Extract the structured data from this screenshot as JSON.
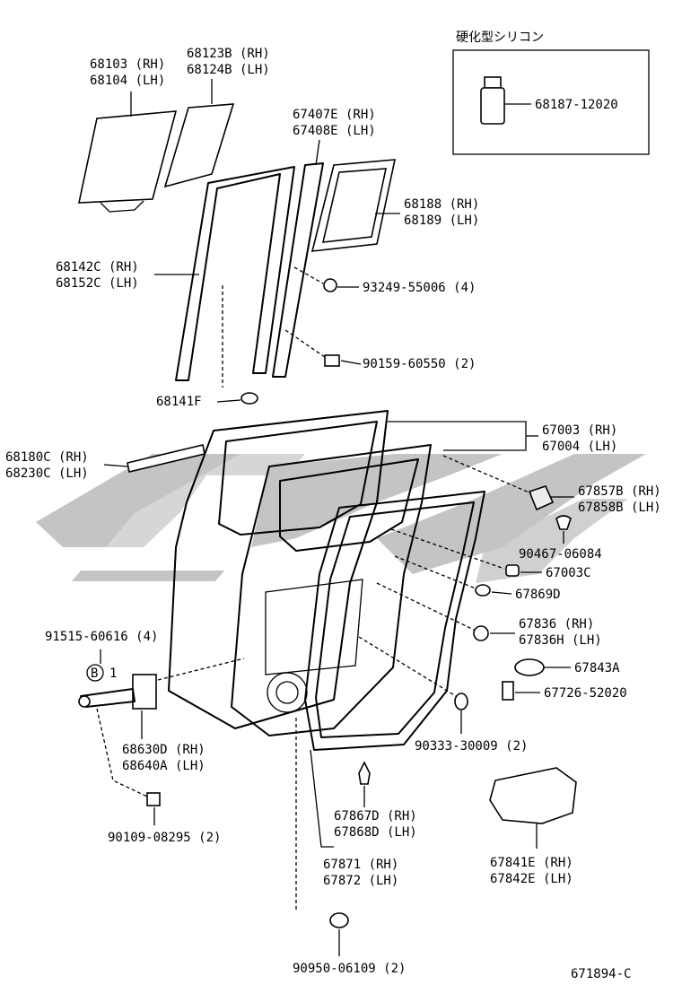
{
  "diagram": {
    "sealant_box_title": "硬化型シリコン",
    "diagram_code": "671894-C",
    "callouts": {
      "glass": [
        "68103 (RH)",
        "68104 (LH)"
      ],
      "quarter_glass": [
        "68123B (RH)",
        "68124B (LH)"
      ],
      "run_upper": [
        "67407E (RH)",
        "67408E (LH)"
      ],
      "sealant": "68187-12020",
      "quarter_weatherstrip": [
        "68188 (RH)",
        "68189 (LH)"
      ],
      "run_channel": [
        "68142C (RH)",
        "68152C (LH)"
      ],
      "nut_93249": "93249-55006 (4)",
      "bolt_90159": "90159-60550 (2)",
      "clip_68141f": "68141F",
      "panel": [
        "67003 (RH)",
        "67004 (LH)"
      ],
      "belt_moulding": [
        "68180C (RH)",
        "68230C (LH)"
      ],
      "cover_67857b": [
        "67857B (RH)",
        "67858B (LH)"
      ],
      "clip_90467": "90467-06084",
      "clip_67003c": "67003C",
      "clip_67869d": "67869D",
      "seal_67836": [
        "67836  (RH)",
        "67836H (LH)"
      ],
      "cushion_67843a": "67843A",
      "bracket_67726": "67726-52020",
      "bolt_91515": "91515-60616 (4)",
      "ref_b": "B",
      "ref_b_num": "1",
      "check_68630d": [
        "68630D (RH)",
        "68640A (LH)"
      ],
      "plug_90333": "90333-30009 (2)",
      "bolt_90109": "90109-08295 (2)",
      "clip_67867d": [
        "67867D (RH)",
        "67868D (LH)"
      ],
      "weatherstrip_67871": [
        "67871 (RH)",
        "67872 (LH)"
      ],
      "hole_cover": [
        "67841E (RH)",
        "67842E (LH)"
      ],
      "plug_90950": "90950-06109 (2)"
    }
  }
}
